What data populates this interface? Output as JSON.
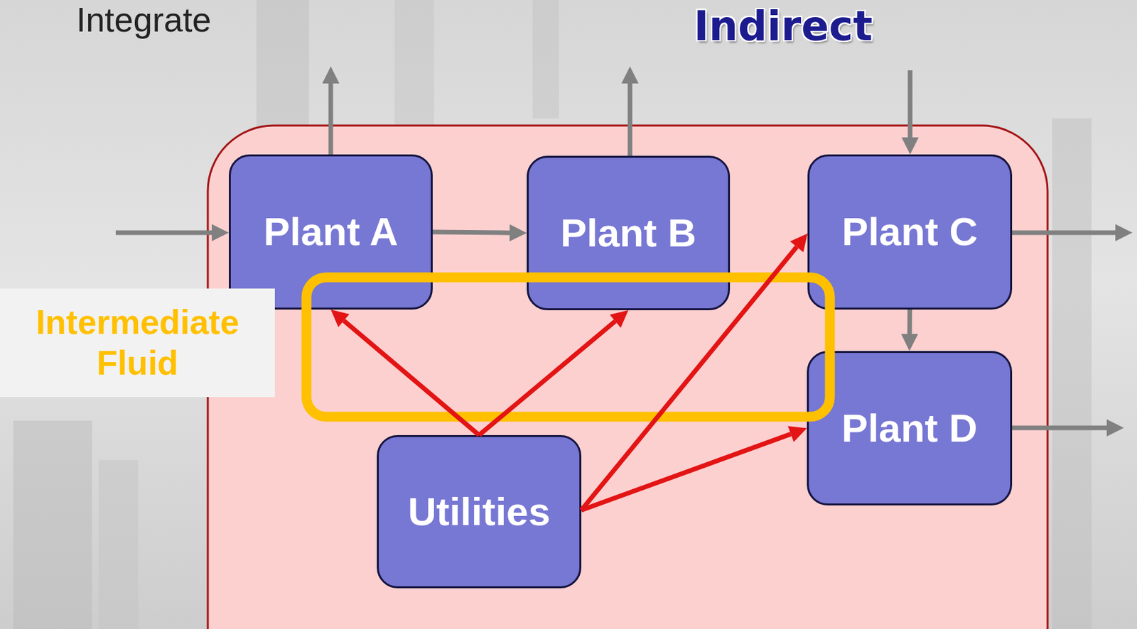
{
  "diagram": {
    "title": "Indirect",
    "nodes": [
      {
        "text": [
          "Plant A"
        ]
      },
      {
        "text": [
          "Plant B"
        ]
      },
      {
        "text": [
          "Plant C"
        ]
      },
      {
        "text": [
          "Plant D"
        ]
      },
      {
        "text": [
          "Utilities"
        ]
      }
    ],
    "edges": [
      {
        "from": 0,
        "to": 1,
        "arrow": "to"
      },
      {
        "from": 2,
        "to": 3,
        "arrow": "to"
      },
      {
        "from": 4,
        "to": 0,
        "arrow": "to"
      },
      {
        "from": 4,
        "to": 1,
        "arrow": "to"
      },
      {
        "from": 4,
        "to": 2,
        "arrow": "to"
      },
      {
        "from": 4,
        "to": 3,
        "arrow": "to"
      }
    ],
    "labels": [
      "Integrate",
      "Intermediate Fluid"
    ]
  }
}
